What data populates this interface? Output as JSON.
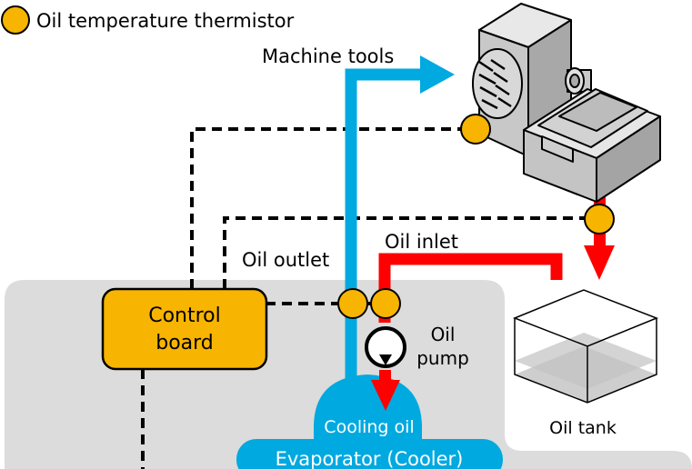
{
  "legend": {
    "label": "Oil temperature thermistor"
  },
  "labels": {
    "machine_tools": "Machine tools",
    "oil_outlet": "Oil outlet",
    "oil_inlet": "Oil inlet",
    "control_board_line1": "Control",
    "control_board_line2": "board",
    "oil_pump_line1": "Oil",
    "oil_pump_line2": "pump",
    "cooling_oil": "Cooling oil",
    "evaporator": "Evaporator (Cooler)",
    "oil_tank": "Oil tank"
  },
  "colors": {
    "thermistor": "#f7b400",
    "cooling_line": "#00a9e0",
    "hot_line": "#ff0000",
    "unit_body": "#dcdcdc",
    "signal_line": "#000000"
  }
}
